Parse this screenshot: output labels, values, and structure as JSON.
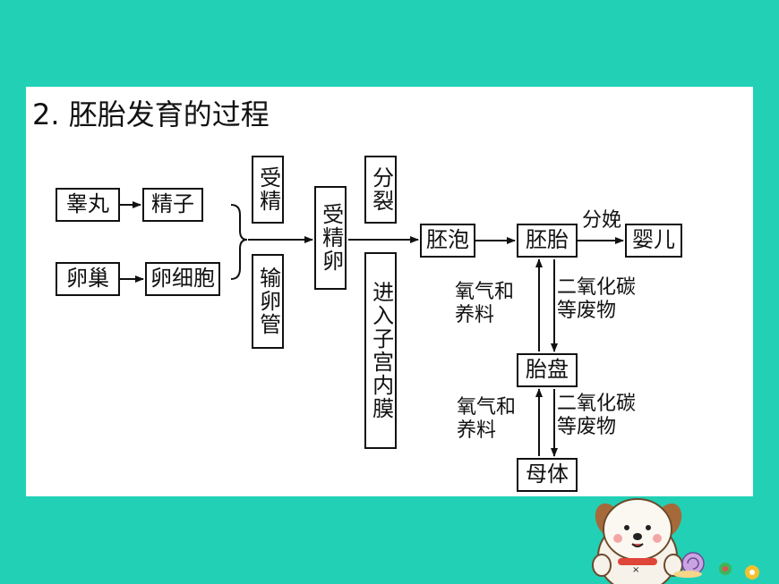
{
  "title": "2. 胚胎发育的过程",
  "nodes": {
    "testis": "睾丸",
    "sperm": "精子",
    "ovary": "卵巢",
    "egg_cell": "卵细胞",
    "fertilization": "受精",
    "oviduct": "输卵管",
    "zygote": "受精卵",
    "division": "分裂",
    "enter_uterus": "进入子宫内膜",
    "blastocyst": "胚泡",
    "embryo": "胚胎",
    "infant": "婴儿",
    "placenta": "胎盘",
    "mother": "母体"
  },
  "edge_labels": {
    "birth": "分娩",
    "oxygen_nutrients_1": "氧气和\n养料",
    "co2_waste_1": "二氧化碳\n等废物",
    "oxygen_nutrients_2": "氧气和\n养料",
    "co2_waste_2": "二氧化碳\n等废物"
  },
  "colors": {
    "background": "#22d0b6",
    "panel": "#ffffff",
    "ink": "#111111"
  }
}
